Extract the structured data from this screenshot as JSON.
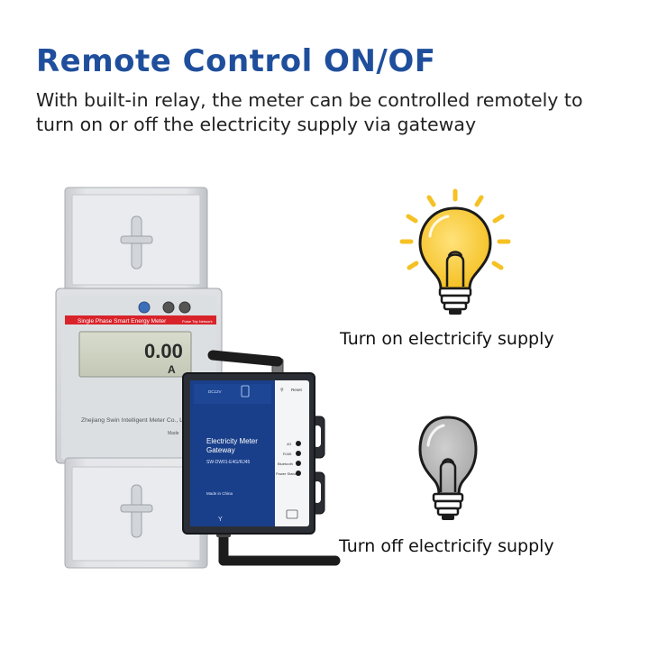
{
  "header": {
    "title": "Remote Control ON/OF",
    "description": "With built-in relay, the meter can be controlled remotely to turn on or off the electricity supply via gateway"
  },
  "meter": {
    "label": "Single Phase Smart Energy Meter",
    "pulse_label": "Pulse Trip Network",
    "reading": "0.00",
    "unit": "A",
    "maker": "Zhejiang Swin Intelligent Meter Co., Ltd",
    "model_prefix": "Made"
  },
  "gateway": {
    "dc_label": "DC12V",
    "reset_label": "Reset",
    "title_line1": "Electricity Meter",
    "title_line2": "Gateway",
    "model": "SW-DW01-E4G/RJ45",
    "made_in": "Made in China",
    "leds": [
      "4G",
      "RJ45",
      "Bluetooth",
      "Power Status"
    ]
  },
  "states": {
    "on_label": "Turn on electricify supply",
    "off_label": "Turn off electricify supply"
  },
  "colors": {
    "title": "#1f4f9c",
    "bulb_on": "#f7c62f",
    "bulb_off": "#b5b5b5",
    "meter_stripe": "#d9232a",
    "gateway_panel": "#1a3f8a"
  }
}
